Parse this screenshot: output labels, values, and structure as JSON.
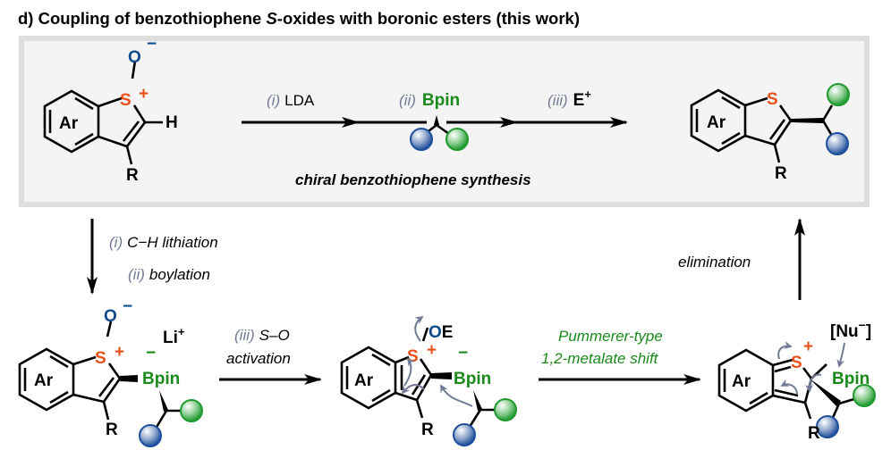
{
  "title": {
    "prefix": "d) Coupling of benzothiophene ",
    "italic": "S",
    "suffix": "-oxides with boronic esters (this work)"
  },
  "colors": {
    "panel_bg": "#f4f4f4",
    "panel_border": "#dedede",
    "sulfur": "#e8501a",
    "oxygen": "#0d4a8c",
    "boron": "#1a8a1a",
    "roman_numeral": "#727b94",
    "curly_arrow": "#727b94",
    "sphere_blue": "#1f4f9c",
    "sphere_green": "#1f9a2f"
  },
  "atoms": {
    "aryl": "Ar",
    "sulfur": "S",
    "oxygen": "O",
    "hydrogen": "H",
    "substituent": "R",
    "plus": "+",
    "minus": "−",
    "bpin": "Bpin",
    "lithium": "Li",
    "oe": "OE",
    "nucleophile": "[Nu",
    "nucleophile_close": "]",
    "electrophile": "E"
  },
  "top_panel": {
    "step1_num": "(i)",
    "step1_text": "LDA",
    "step2_num": "(ii)",
    "step2_text": "Bpin",
    "step3_num": "(iii)",
    "step3_text": "E",
    "caption": "chiral benzothiophene synthesis"
  },
  "mechanism": {
    "down_step1_num": "(i)",
    "down_step1_text": "C−H lithiation",
    "down_step2_num": "(ii)",
    "down_step2_text": "boylation",
    "activation_num": "(iii)",
    "activation_text1": "S–O",
    "activation_text2": "activation",
    "shift_text1": "Pummerer-type",
    "shift_text2": "1,2-metalate shift",
    "elimination_text": "elimination"
  }
}
